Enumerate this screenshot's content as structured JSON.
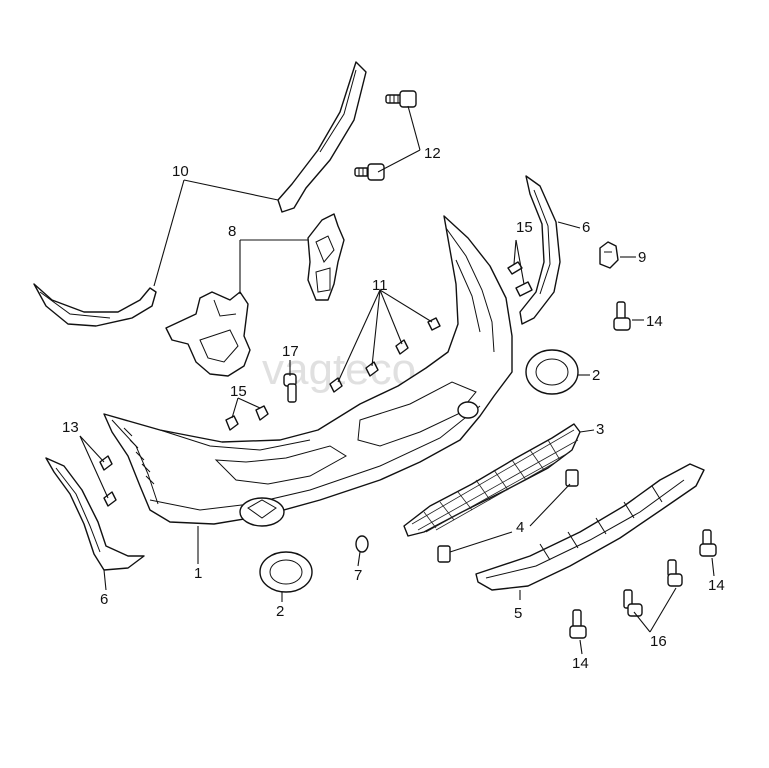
{
  "watermark": "vagteco",
  "callouts": {
    "bumper_cover": "1",
    "fog_trim_ring_right": "2",
    "fog_trim_ring_left": "2",
    "lower_grille": "3",
    "clip_upper": "4",
    "spoiler": "5",
    "trim_strip_right": "6",
    "trim_strip_left": "6",
    "cap": "7",
    "bracket": "8",
    "nut": "9",
    "impact_absorber": "10",
    "screws_11": "11",
    "bolts_12": "12",
    "screws_13": "13",
    "bolt_14_right_upper": "14",
    "bolt_14_right_lower": "14",
    "bolt_14_bottom": "14",
    "screws_15_right": "15",
    "screws_15_left": "15",
    "bolts_16": "16",
    "bolt_17": "17"
  }
}
